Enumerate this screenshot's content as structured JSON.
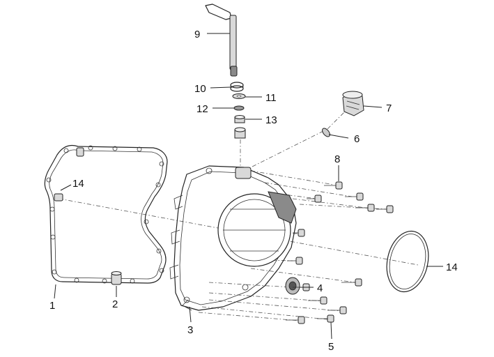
{
  "callouts": [
    {
      "id": "c1",
      "text": "1"
    },
    {
      "id": "c2",
      "text": "2"
    },
    {
      "id": "c3",
      "text": "3"
    },
    {
      "id": "c4",
      "text": "4"
    },
    {
      "id": "c5",
      "text": "5"
    },
    {
      "id": "c6",
      "text": "6"
    },
    {
      "id": "c7",
      "text": "7"
    },
    {
      "id": "c8",
      "text": "8"
    },
    {
      "id": "c9",
      "text": "9"
    },
    {
      "id": "c10",
      "text": "10"
    },
    {
      "id": "c11",
      "text": "11"
    },
    {
      "id": "c12",
      "text": "12"
    },
    {
      "id": "c13",
      "text": "13"
    },
    {
      "id": "c14a",
      "text": "14"
    },
    {
      "id": "c14b",
      "text": "14"
    }
  ]
}
